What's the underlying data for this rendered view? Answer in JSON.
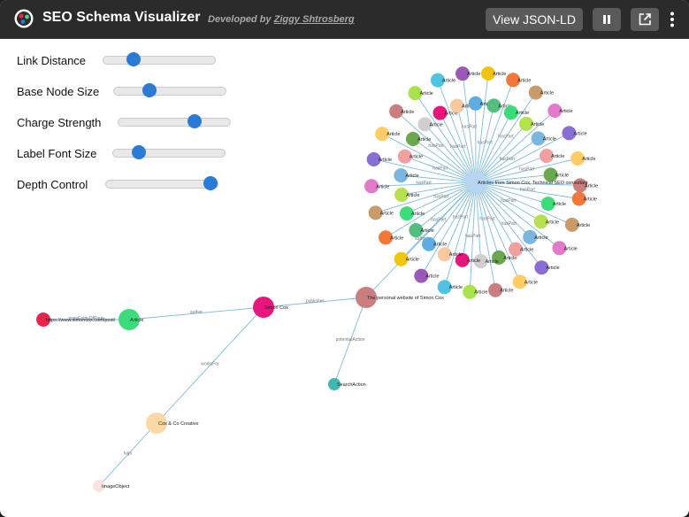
{
  "header": {
    "title": "SEO Schema Visualizer",
    "developed_by": "Developed by",
    "author": "Ziggy Shtrosberg",
    "view_json_label": "View JSON-LD",
    "pause_icon": "pause-icon",
    "open_icon": "open-external-icon",
    "more_icon": "more-vertical-icon"
  },
  "controls": [
    {
      "label": "Link Distance",
      "value": 0.27
    },
    {
      "label": "Base Node Size",
      "value": 0.32
    },
    {
      "label": "Charge Strength",
      "value": 0.68
    },
    {
      "label": "Label Font Size",
      "value": 0.23
    },
    {
      "label": "Depth Control",
      "value": 0.94
    }
  ],
  "graph": {
    "hub": "Articles from Simon Cox, Technical SEO consultant",
    "website": "The personal website of Simon Cox",
    "person": "Simon Cox",
    "article": "Article",
    "url": "https://www.simoncox.com/post/",
    "organization": "Cox & Co Creative",
    "search_action": "SearchAction",
    "image": "ImageObject",
    "link_labels": {
      "hasPart": "hasPart",
      "author": "author",
      "publisher": "publisher",
      "mainEntityOfPage": "mainEntityOfPage",
      "worksFor": "worksFor",
      "logo": "logo",
      "potentialAction": "potentialAction"
    },
    "article_count": 51,
    "colors": {
      "hub": "#b7d4f0",
      "website": "#c97f7f",
      "person": "#e8157c",
      "article_main": "#3ddc7a",
      "url": "#e8264d",
      "organization": "#fbd9a4",
      "search_action": "#3fb8b4",
      "image": "#fbe3e3",
      "link": "#6aaed6"
    }
  }
}
